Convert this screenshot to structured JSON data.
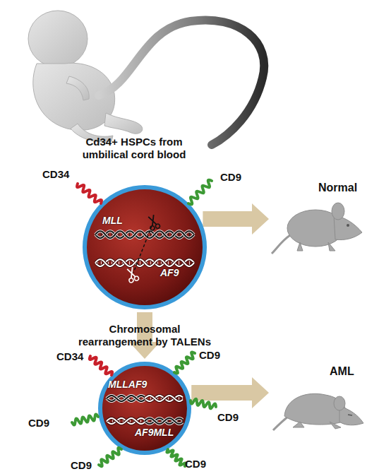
{
  "diagram": {
    "nodes": [
      {
        "text": [
          "MLL",
          "AF9"
        ]
      },
      {
        "text": [
          "Normal"
        ]
      },
      {
        "text": [
          "MLLAF9",
          "AF9MLL"
        ]
      },
      {
        "text": [
          "AML"
        ]
      }
    ],
    "edges": [
      {
        "from": 0,
        "to": 1,
        "arrow": "to"
      },
      {
        "from": 0,
        "to": 2,
        "arrow": "to",
        "label": "Chromosomal rearrangement by TALENs"
      },
      {
        "from": 2,
        "to": 3,
        "arrow": "to"
      }
    ],
    "labels": [
      "Cd34+ HSPCs from umbilical cord blood",
      "CD34",
      "CD9",
      "CD34",
      "CD9",
      "CD9",
      "CD9",
      "CD9",
      "CD9"
    ]
  }
}
